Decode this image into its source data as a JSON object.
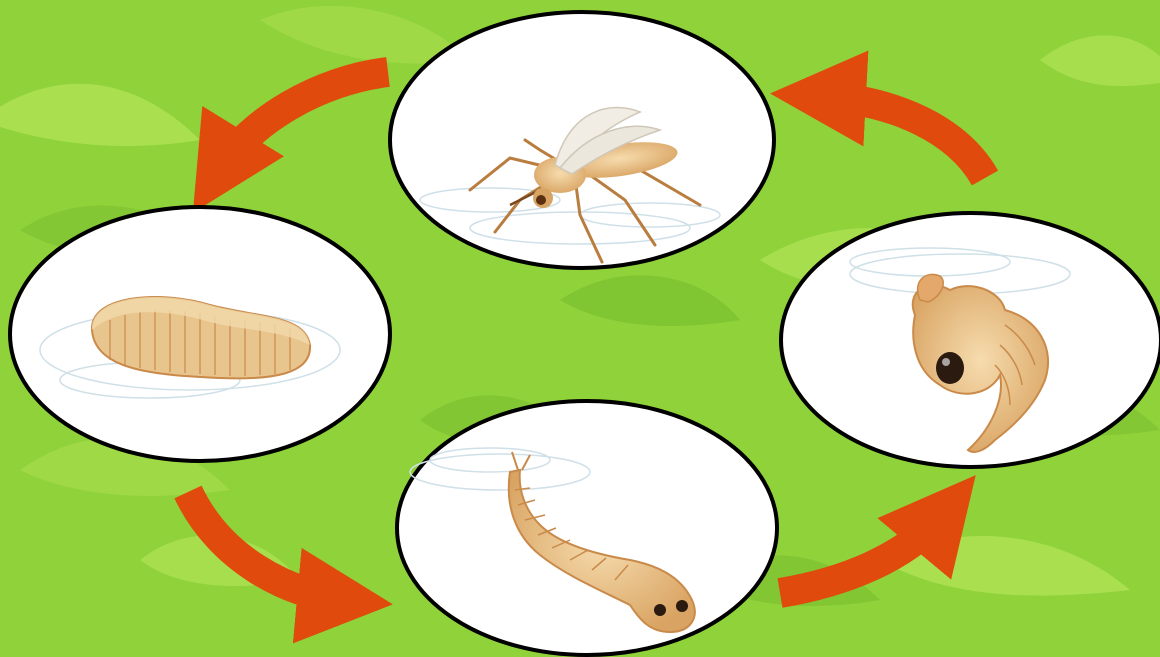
{
  "diagram": {
    "stages": [
      {
        "id": "adult",
        "illustration": "mosquito-adult-icon"
      },
      {
        "id": "pupa",
        "illustration": "mosquito-pupa-icon"
      },
      {
        "id": "larva",
        "illustration": "mosquito-larva-icon"
      },
      {
        "id": "egg",
        "illustration": "mosquito-egg-raft-icon"
      }
    ],
    "cycle_order": [
      "adult",
      "egg",
      "larva",
      "pupa"
    ],
    "colors": {
      "background": "#8fd23a",
      "leaf_light": "#b5e65a",
      "leaf_dark": "#6fb52a",
      "arrow": "#e04a0c",
      "node_fill": "#ffffff",
      "node_stroke": "#000000",
      "insect_body": "#e8c08a",
      "insect_shadow": "#c98a4a"
    }
  }
}
